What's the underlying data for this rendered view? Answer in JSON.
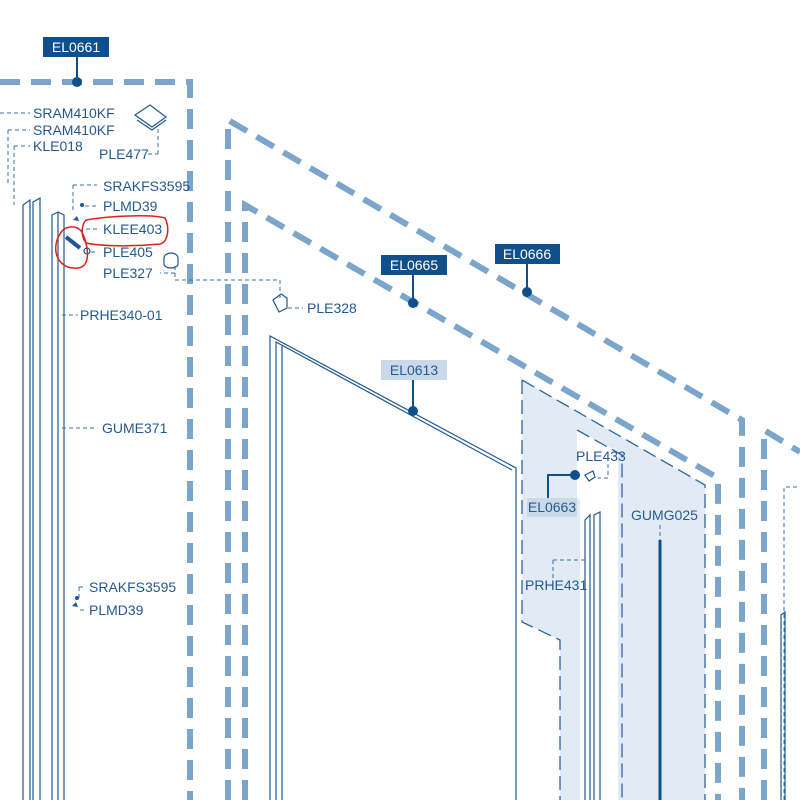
{
  "assemblies": {
    "el0661": "EL0661",
    "el0665": "EL0665",
    "el0666": "EL0666",
    "el0613": "EL0613",
    "el0663": "EL0663"
  },
  "parts": {
    "sram410kf_1": "SRAM410KF",
    "sram410kf_2": "SRAM410KF",
    "kle018": "KLE018",
    "ple477": "PLE477",
    "srakfs3595_1": "SRAKFS3595",
    "plmd39_1": "PLMD39",
    "klee403": "KLEE403",
    "ple405": "PLE405",
    "ple327": "PLE327",
    "ple328": "PLE328",
    "prhe340": "PRHE340-01",
    "gume371": "GUME371",
    "srakfs3595_2": "SRAKFS3595",
    "plmd39_2": "PLMD39",
    "ple433": "PLE433",
    "gumg025": "GUMG025",
    "prhe431": "PRHE431"
  },
  "colors": {
    "dark": "#0f4f8c",
    "light_fill": "#e2ebf4",
    "dash": "#7ba5cb",
    "highlight": "#e0201a"
  }
}
